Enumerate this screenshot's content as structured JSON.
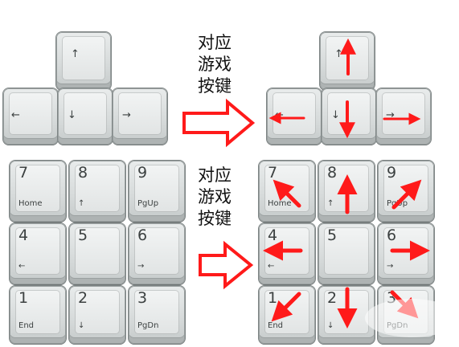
{
  "labels": {
    "top_mapping": "对应\n游戏\n按键",
    "bottom_mapping": "对应\n游戏\n按键"
  },
  "arrow_keys": {
    "up": "↑",
    "left": "←",
    "down": "↓",
    "right": "→"
  },
  "numpad": {
    "k7": {
      "num": "7",
      "sub": "Home"
    },
    "k8": {
      "num": "8",
      "sub": "↑"
    },
    "k9": {
      "num": "9",
      "sub": "PgUp"
    },
    "k4": {
      "num": "4",
      "sub": "←"
    },
    "k5": {
      "num": "5",
      "sub": ""
    },
    "k6": {
      "num": "6",
      "sub": "→"
    },
    "k1": {
      "num": "1",
      "sub": "End"
    },
    "k2": {
      "num": "2",
      "sub": "↓"
    },
    "k3": {
      "num": "3",
      "sub": "PgDn"
    }
  },
  "colors": {
    "accent_red": "#ff1a1a",
    "label_text": "#111111"
  },
  "icons": {
    "mapping_arrow": "hollow-right-arrow-icon",
    "direction": "red-arrow-icon"
  }
}
